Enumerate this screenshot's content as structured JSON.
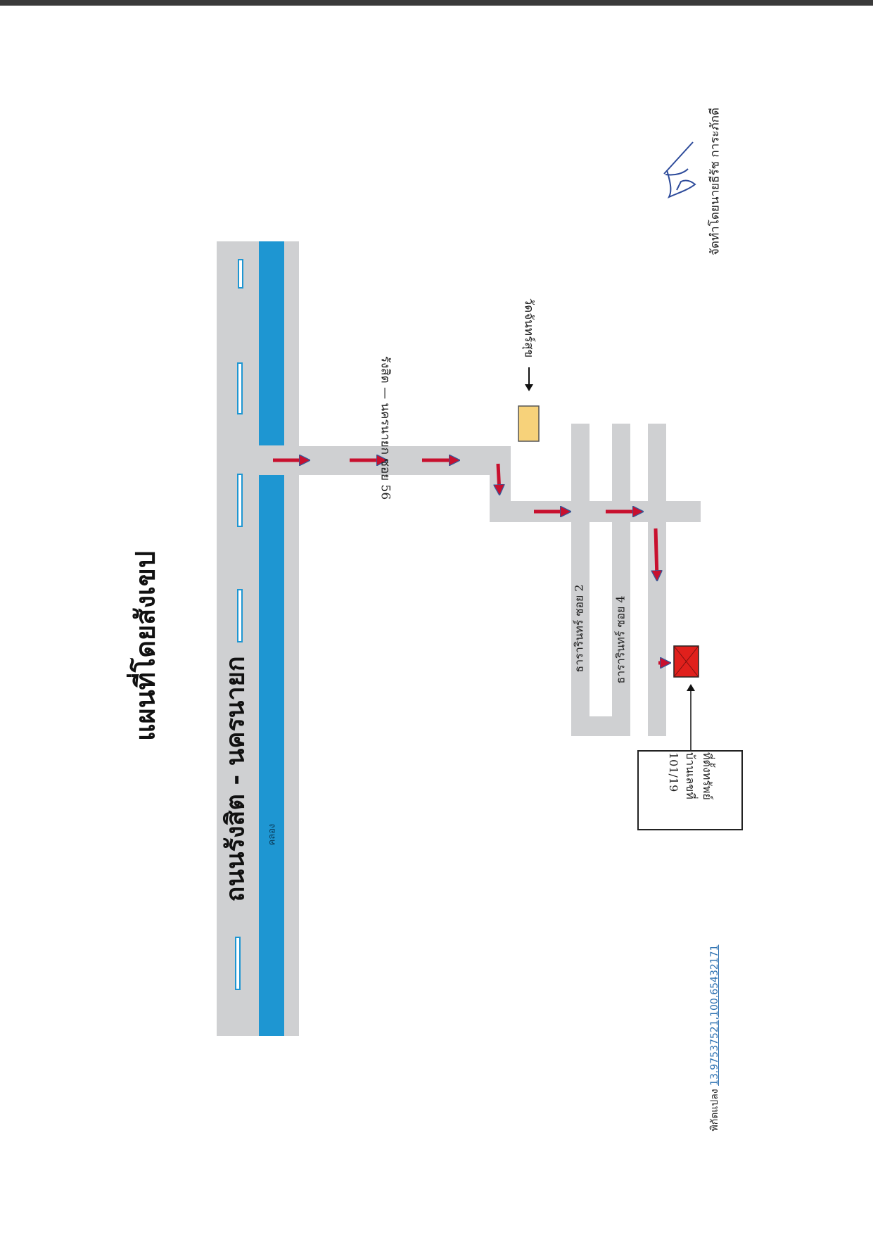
{
  "title": "แผนที่โดยสังเขป",
  "main_road": {
    "name": "ถนนรังสิต - นครนายก",
    "canal_label": "คลอง"
  },
  "side_road": {
    "name": "รังสิต — นครนายก ซอย 56"
  },
  "sois": {
    "soi2": "ธารารินทร์ ซอย 2",
    "soi4": "ธารารินทร์ ซอย 4"
  },
  "landmark": {
    "temple": "วัดจันทร์สุข"
  },
  "property": {
    "line1": "ที่ตั้งทรัพย์",
    "line2": "บ้านเลขที่",
    "house_no": "101/19"
  },
  "author": {
    "label": "จัดทำโดยนายธีรัช การะภักดี"
  },
  "coordinates": {
    "label": "พิกัดแปลง",
    "value": "13.97537521,100.65432171"
  },
  "colors": {
    "road": "#cfd0d2",
    "canal": "#1e96d2",
    "route_arrow": "#c8102e",
    "temple_marker": "#f7d27a",
    "property_marker": "#e0201c",
    "link": "#2a6fb0"
  }
}
